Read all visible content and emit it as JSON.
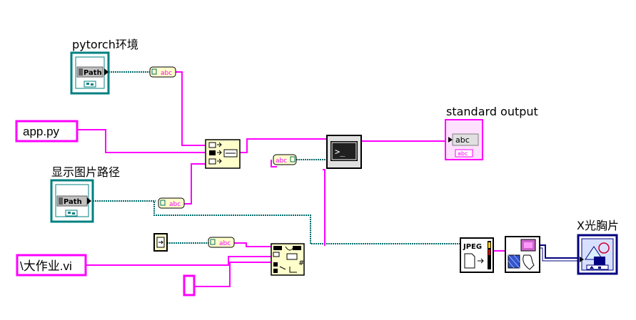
{
  "labels": {
    "pytorch_env": "pytorch环境",
    "display_image_path": "显示图片路径",
    "standard_output": "standard output",
    "xray_chest": "X光胸片"
  },
  "constants": {
    "app_py": "app.py",
    "vi_path": "\\大作业.vi",
    "empty_string": ""
  },
  "icons": {
    "path_text": "Path",
    "abc_text": "abc",
    "jpeg_text": "JPEG"
  },
  "colors": {
    "string_wire": "#ff00ff",
    "path_wire": "#006b6b",
    "picture_wire": "#000080",
    "function_bg": "#ffffcc"
  }
}
